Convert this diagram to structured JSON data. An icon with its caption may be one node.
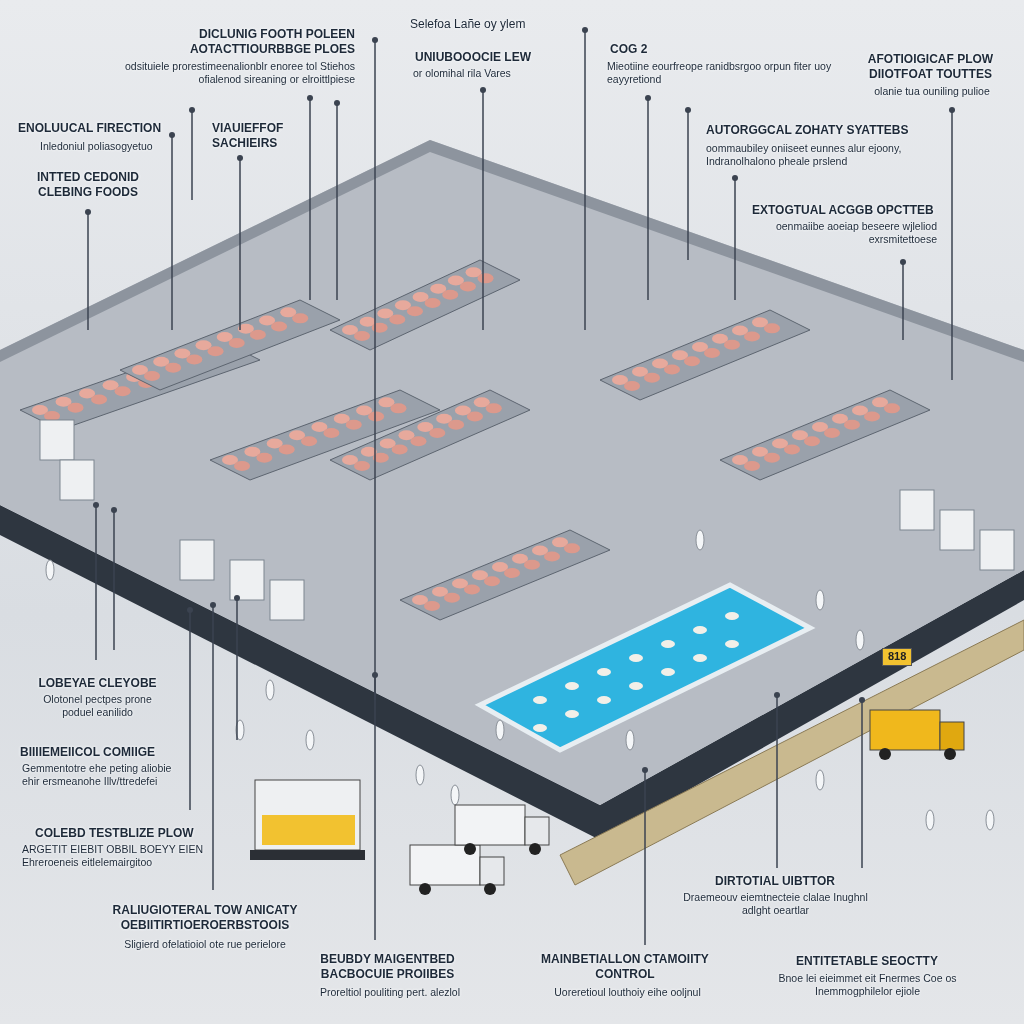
{
  "diagram": {
    "labels": [
      "Selefoa Lañe oy ylem",
      "DICLUNIG FOOTH POLEEN AOTACTTIOURBBGE PLOES",
      "odsituiele prorestimeenalionblr enoree tol Stiehos ofialenod sireaning or elroittlpiese",
      "COG 2",
      "Mieotiine eourfreope ranidbsrgoo orpun fiter uoy eayyretiond",
      "UNIUBOOOCIE LEW",
      "or olomihal rila Vares",
      "AFOTIOIGICAF PLOW DIIOTFOAT TOUTTES",
      "olanie tua ouniling pulioe",
      "ENOLUUCAL FIRECTION",
      "Inledoniul poliasogyetuo",
      "VIAUIEFFOF SACHIEIRS",
      "AUTORGGCAL ZOHATY SYATTEBS",
      "oommaubiley oniiseet eunnes alur ejoony, Indranolhalono pheale prslend",
      "INTTED CEDONID CLEBING FOODS",
      "EXTOGTUAL ACGGB OPCTTEB",
      "oenmaiibe aoeiap beseere wjleliod exrsmitettoese",
      "818",
      "LOBEYAE CLEYOBE",
      "Olotonel pectpes prone poduel eanilido",
      "BIIIIEMEIICOL COMIIGE",
      "Gemmentotre ehe peting aliobie ehir ersmeanohe Illv/ttredefei",
      "COLEBD TESTBLIZE PLOW",
      "ARGETIT EIEBIT OBBIL BOEYY EIEN Ehreroeneis eitlelemairgitoo",
      "DIRTOTIAL UIBTTOR",
      "Draemeouv eiemtnecteie clalae Inughnl adlght oeartlar",
      "RALIUGIOTERAL TOW ANICATY OEBIITIRTIOEROERBSTOOIS",
      "Sligierd ofelatioiol ote rue perielore",
      "BEUBDY MAIGENTBED BACBOCUIE PROIIBES",
      "Proreltiol pouliting pert. alezlol",
      "MAINBETIALLON CTAMOIITY CONTROL",
      "Uoreretioul louthoiy eihe ooljnul",
      "ENTITETABLE SEOCTTY",
      "Bnoe lei eieimmet eit Fnermes Coe os Inemmogphilelor ejiole"
    ]
  }
}
